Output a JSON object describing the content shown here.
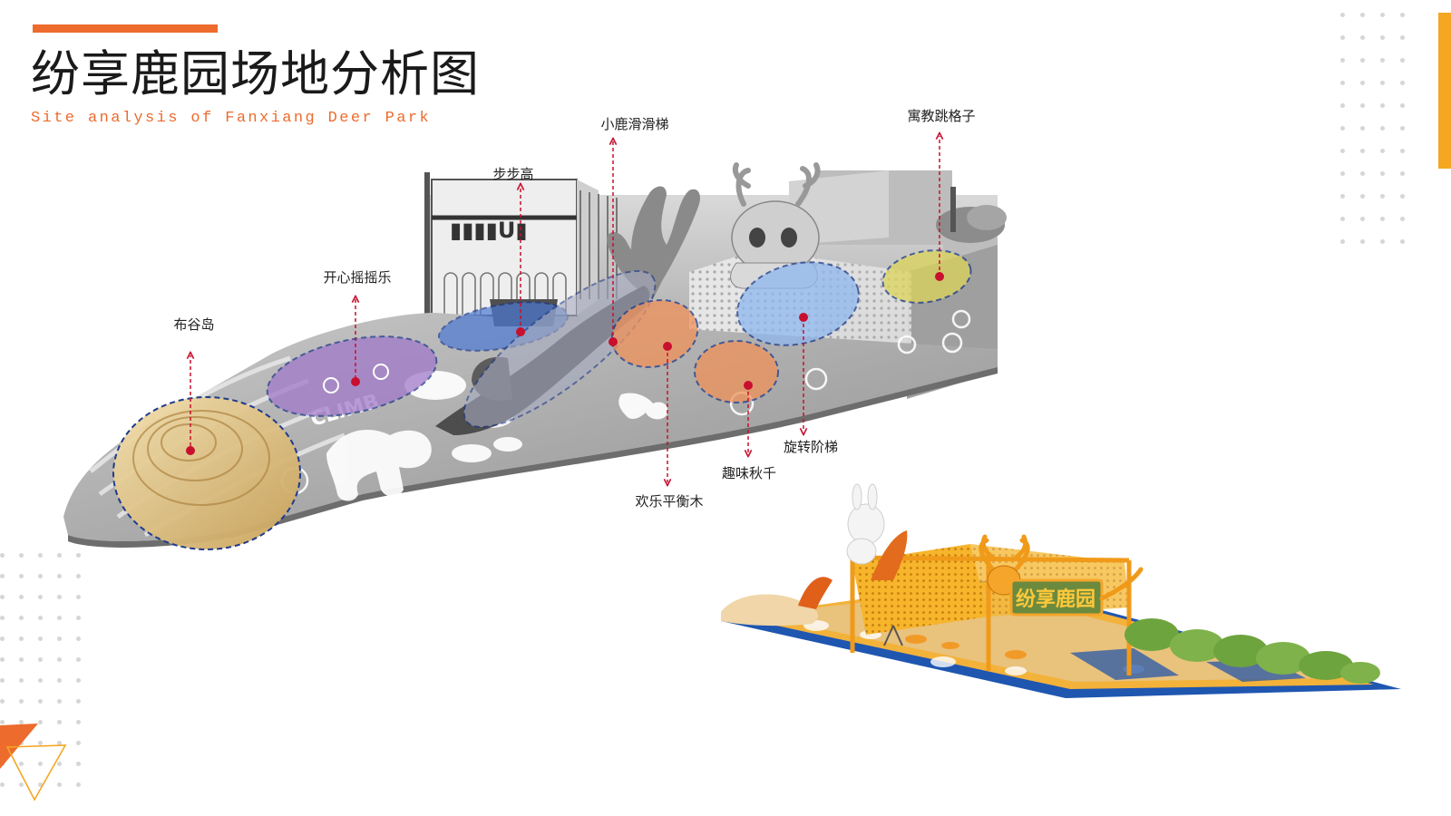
{
  "header": {
    "title": "纷享鹿园场地分析图",
    "subtitle": "Site analysis of Fanxiang Deer Park"
  },
  "callouts": [
    {
      "id": "buguodao",
      "label": "布谷岛",
      "color": "#e6c77a"
    },
    {
      "id": "kaixin",
      "label": "开心摇摇乐",
      "color": "#9b6fc2"
    },
    {
      "id": "bubugao",
      "label": "步步高",
      "color": "#5b86d6"
    },
    {
      "id": "xiaolu",
      "label": "小鹿滑滑梯",
      "color": "#9aa6c8"
    },
    {
      "id": "huanle",
      "label": "欢乐平衡木",
      "color": "#ee8c4d"
    },
    {
      "id": "quwei",
      "label": "趣味秋千",
      "color": "#ee8c4d"
    },
    {
      "id": "xuanzhuan",
      "label": "旋转阶梯",
      "color": "#8fb5ec"
    },
    {
      "id": "yujiao",
      "label": "寓教跳格子",
      "color": "#d9d35a"
    }
  ],
  "model_texts": {
    "floor_mark": "CLIMB",
    "sign": "纷享鹿园"
  },
  "colors": {
    "accent": "#ec6b2d",
    "accent_yellow": "#f5a623",
    "marker": "#c8102e",
    "outline": "#1f3b8c"
  }
}
